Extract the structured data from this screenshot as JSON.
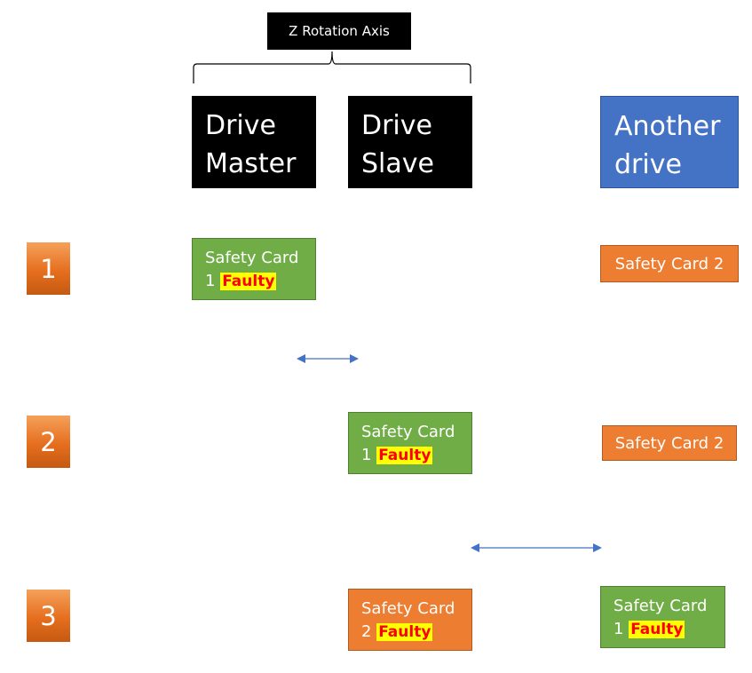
{
  "axis": {
    "label": "Z Rotation Axis"
  },
  "columns": {
    "master": {
      "line1": "Drive",
      "line2": "Master"
    },
    "slave": {
      "line1": "Drive",
      "line2": "Slave"
    },
    "another": {
      "line1": "Another",
      "line2": "drive"
    }
  },
  "steps": [
    {
      "number": "1",
      "faulty_card": {
        "line1": "Safety Card",
        "line2_prefix": "1",
        "status": "Faulty"
      },
      "other_card": {
        "label": "Safety Card 2"
      }
    },
    {
      "number": "2",
      "faulty_card": {
        "line1": "Safety Card",
        "line2_prefix": "1",
        "status": "Faulty"
      },
      "other_card": {
        "label": "Safety Card 2"
      }
    },
    {
      "number": "3",
      "slave_card": {
        "line1": "Safety Card",
        "line2_prefix": "2",
        "status": "Faulty"
      },
      "another_card": {
        "line1": "Safety Card",
        "line2_prefix": "1",
        "status": "Faulty"
      }
    }
  ],
  "colors": {
    "step_orange": "#e66e1e",
    "card_green": "#70ad47",
    "card_orange": "#ed7d31",
    "header_blue": "#4472c4",
    "faulty_highlight": "#ffff00",
    "faulty_text": "#ff0000",
    "arrow_blue": "#4472c4"
  }
}
